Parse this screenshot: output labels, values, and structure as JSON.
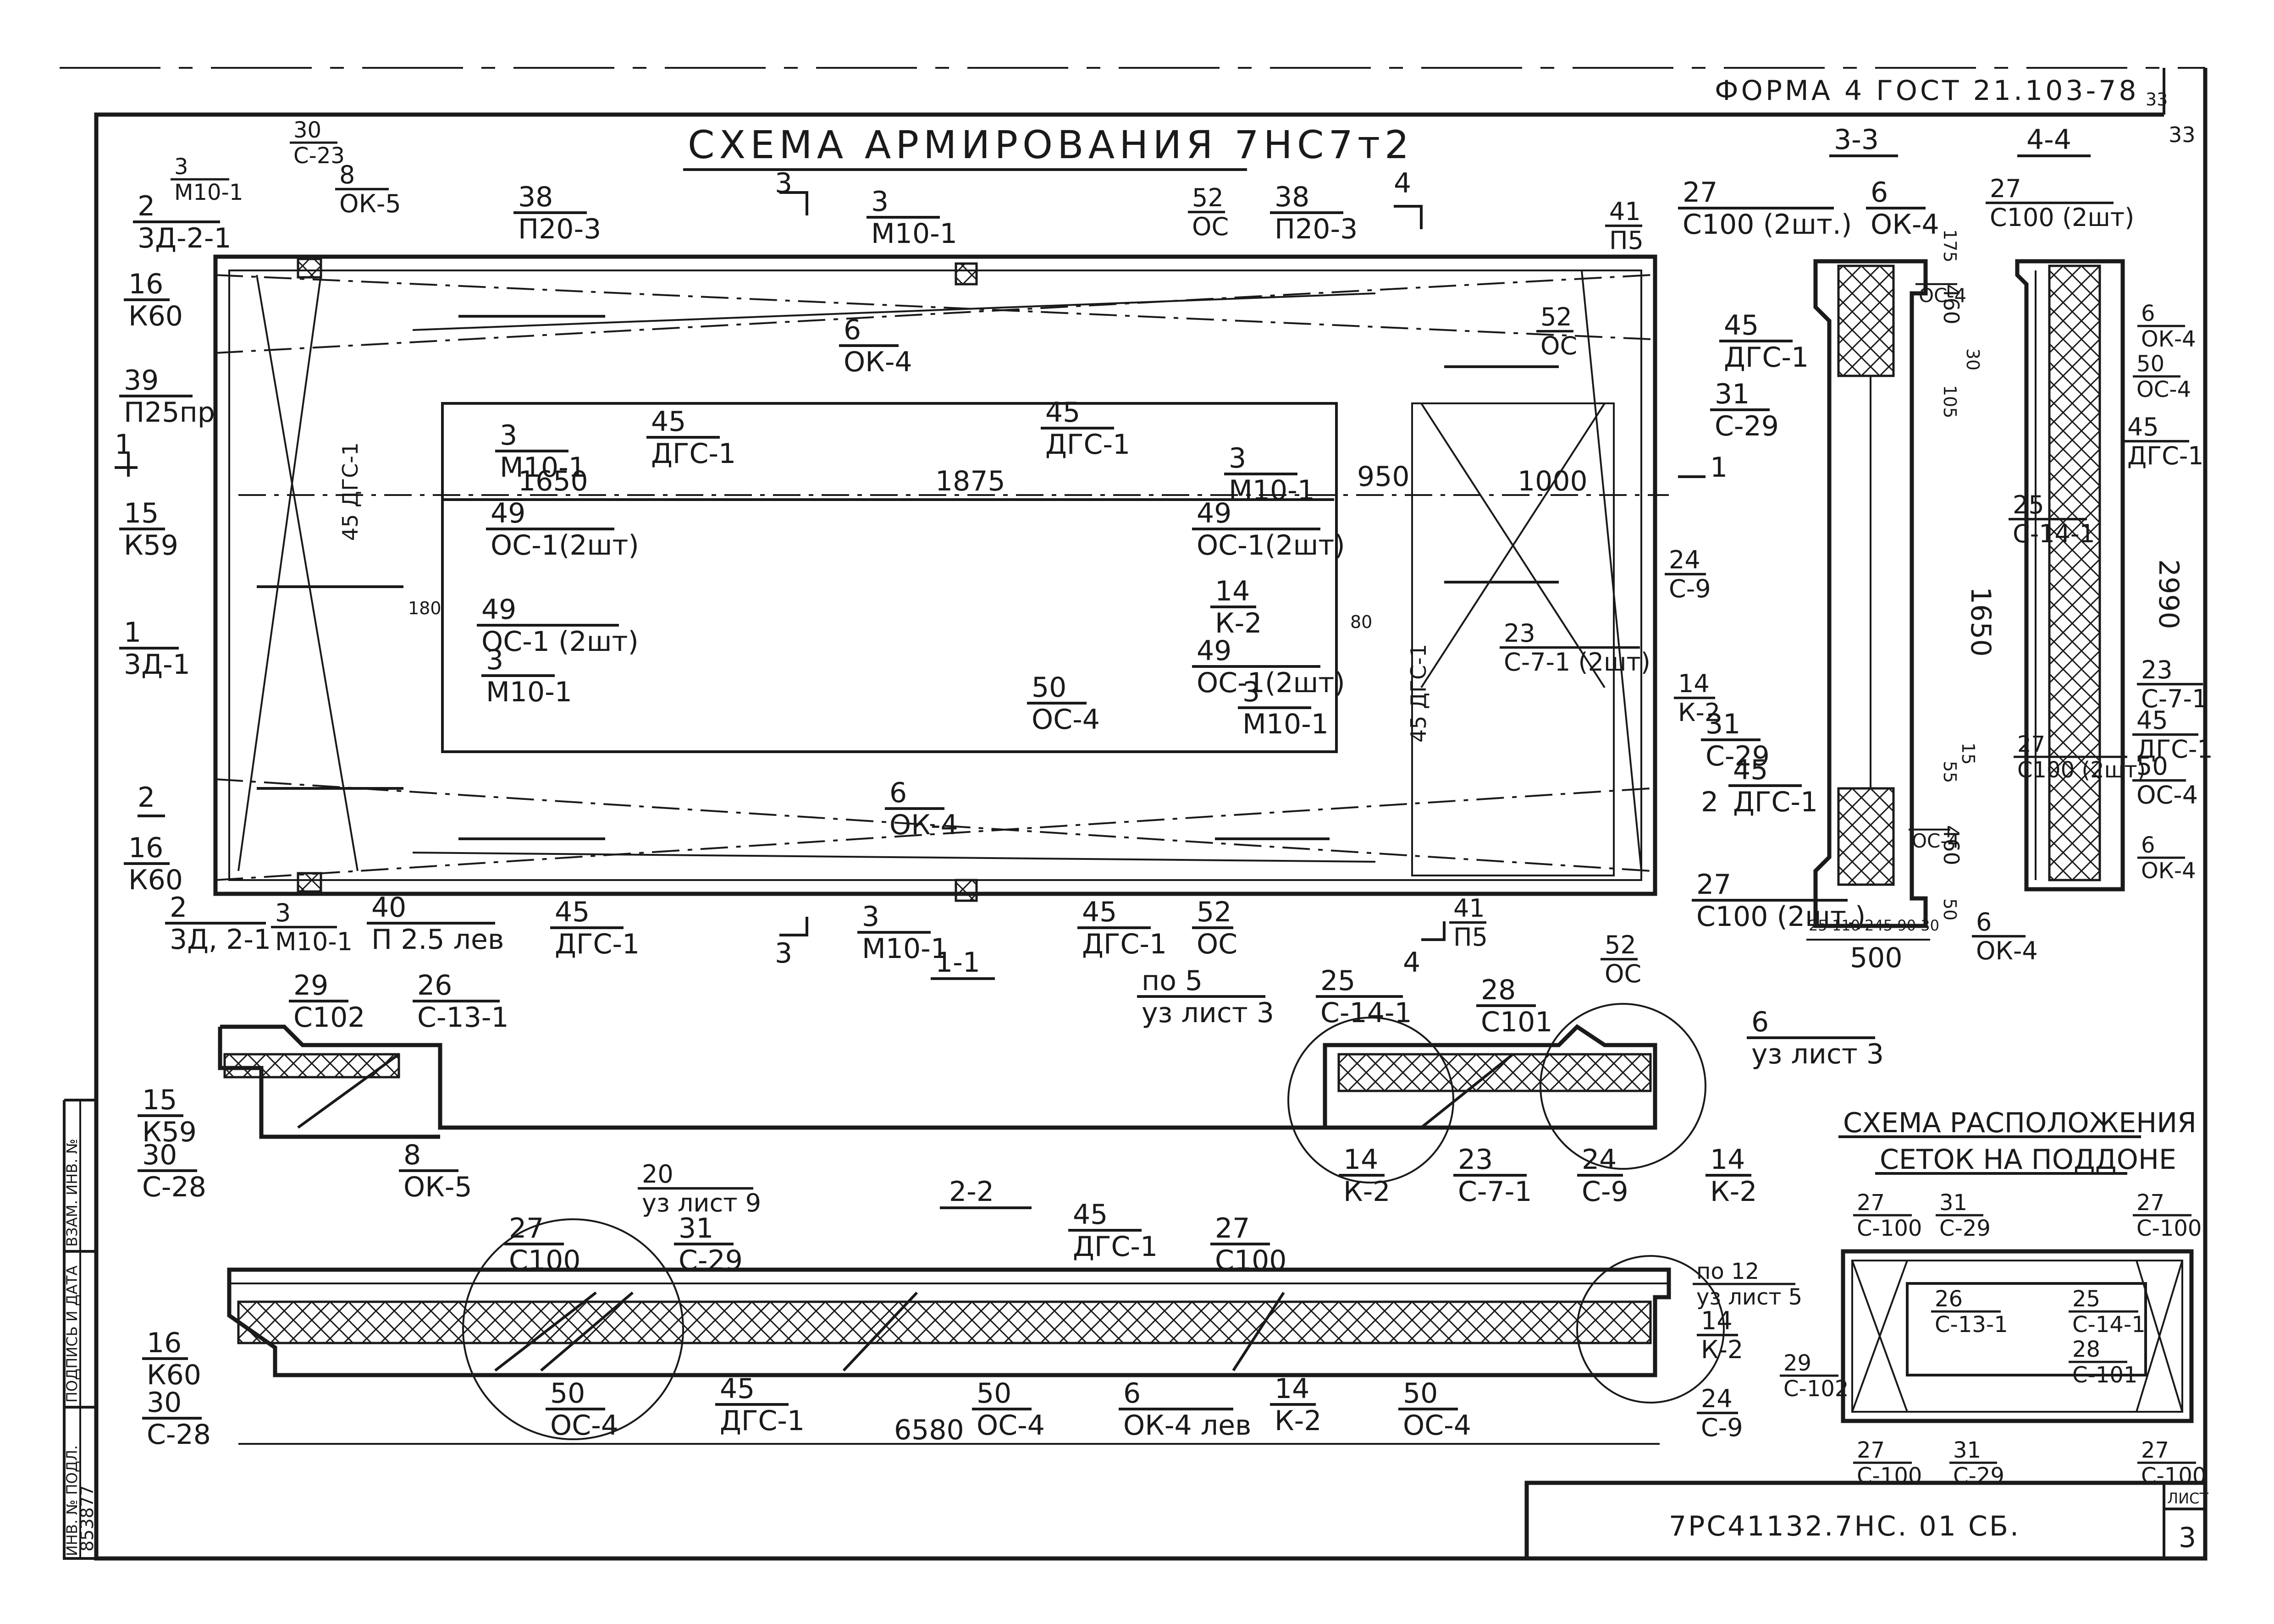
{
  "header": {
    "form": "ФОРМА 4 ГОСТ 21.103-78",
    "corner_mark": "33",
    "sheet_num_top": "33"
  },
  "plan": {
    "title": "СХЕМА АРМИРОВАНИЯ 7НС7т2",
    "section_marks": {
      "s3_top": "3",
      "s4_top": "4",
      "s1_left": "1",
      "s1_right": "1",
      "s2_left": "2",
      "s3_bot": "3",
      "s4_bot": "4"
    },
    "dims": {
      "d1650": "1650",
      "d1875": "1875",
      "d950": "950",
      "d1000": "1000",
      "d180": "180",
      "d80": "80"
    },
    "callouts": [
      {
        "id": "c1",
        "num": "3",
        "code": "М10-1"
      },
      {
        "id": "c2",
        "num": "2",
        "code": "3Д-2-1"
      },
      {
        "id": "c3",
        "num": "30",
        "code": "С-23"
      },
      {
        "id": "c4",
        "num": "8",
        "code": "ОК-5"
      },
      {
        "id": "c5",
        "num": "38",
        "code": "П20-3"
      },
      {
        "id": "c6",
        "num": "3",
        "code": "М10-1"
      },
      {
        "id": "c7",
        "num": "52",
        "code": "ОС"
      },
      {
        "id": "c8",
        "num": "38",
        "code": "П20-3"
      },
      {
        "id": "c9",
        "num": "41",
        "code": "П5"
      },
      {
        "id": "c10",
        "num": "16",
        "code": "К60"
      },
      {
        "id": "c11",
        "num": "39",
        "code": "П25пр"
      },
      {
        "id": "c12",
        "num": "6",
        "code": "ОК-4"
      },
      {
        "id": "c13",
        "num": "52",
        "code": "ОС"
      },
      {
        "id": "c14",
        "num": "45",
        "code": "ДГС-1"
      },
      {
        "id": "c15",
        "num": "45",
        "code": "ДГС-1"
      },
      {
        "id": "c16",
        "num": "3",
        "code": "М10-1"
      },
      {
        "id": "c17",
        "num": "3",
        "code": "М10-1"
      },
      {
        "id": "c18",
        "num": "15",
        "code": "К59"
      },
      {
        "id": "c19",
        "num": "49",
        "code": "ОС-1(2шт)"
      },
      {
        "id": "c20",
        "num": "49",
        "code": "ОС-1(2шт)"
      },
      {
        "id": "c21",
        "num": "50",
        "code": "ОС-4"
      },
      {
        "id": "c22",
        "num": "24",
        "code": "С-9"
      },
      {
        "id": "c23",
        "num": "14",
        "code": "К-2"
      },
      {
        "id": "c24",
        "num": "1",
        "code": "3Д-1"
      },
      {
        "id": "c25",
        "num": "49",
        "code": "ОС-1 (2шт)"
      },
      {
        "id": "c26",
        "num": "3",
        "code": "М10-1"
      },
      {
        "id": "c27",
        "num": "49",
        "code": "ОС-1(2шт)"
      },
      {
        "id": "c28",
        "num": "3",
        "code": "М10-1"
      },
      {
        "id": "c29",
        "num": "23",
        "code": "С-7-1 (2шт)"
      },
      {
        "id": "c30",
        "num": "14",
        "code": "К-2"
      },
      {
        "id": "c31",
        "num": "50",
        "code": "ОС-4"
      },
      {
        "id": "c32",
        "num": "6",
        "code": "ОК-4"
      },
      {
        "id": "c33",
        "num": "16",
        "code": "К60"
      },
      {
        "id": "c34",
        "num": "2",
        "code": "3Д, 2-1"
      },
      {
        "id": "c35",
        "num": "3",
        "code": "М10-1"
      },
      {
        "id": "c36",
        "num": "40",
        "code": "П 2.5 лев"
      },
      {
        "id": "c37",
        "num": "45",
        "code": "ДГС-1"
      },
      {
        "id": "c38",
        "num": "3",
        "code": "М10-1"
      },
      {
        "id": "c39",
        "num": "45",
        "code": "ДГС-1"
      },
      {
        "id": "c40",
        "num": "52",
        "code": "ОС"
      },
      {
        "id": "c41",
        "num": "41",
        "code": "П5"
      },
      {
        "id": "c42",
        "num": "52",
        "code": "ОС"
      },
      {
        "id": "c43",
        "num": "45",
        "code": "ДГС-1"
      }
    ],
    "bar_label_vertical": "45 ДГС-1",
    "bar_label_vertical2": "45 ДГС-1"
  },
  "sec33": {
    "title": "3-3",
    "callouts": [
      {
        "id": "a1",
        "num": "27",
        "code": "С100 (2шт.)"
      },
      {
        "id": "a2",
        "num": "6",
        "code": "ОК-4"
      },
      {
        "id": "a3",
        "num": "",
        "code": "ОС-4"
      },
      {
        "id": "a4",
        "num": "45",
        "code": "ДГС-1"
      },
      {
        "id": "a5",
        "num": "31",
        "code": "С-29"
      },
      {
        "id": "a6",
        "num": "31",
        "code": "С-29"
      },
      {
        "id": "a7",
        "num": "45",
        "code": "ДГС-1"
      },
      {
        "id": "a8",
        "num": "27",
        "code": "С100 (2шт.)"
      },
      {
        "id": "a9",
        "num": "",
        "code": "ОС-4"
      },
      {
        "id": "a10",
        "num": "6",
        "code": "ОК-4"
      }
    ],
    "dims": {
      "d175": "175",
      "d460a": "460",
      "d30": "30",
      "d105": "105",
      "d1650": "1650",
      "d55": "55",
      "d15": "15",
      "d460b": "460",
      "d50": "50",
      "row": "25 110 245 90 30",
      "d500": "500"
    },
    "mark2": "2"
  },
  "sec44": {
    "title": "4-4",
    "callouts": [
      {
        "id": "b1",
        "num": "27",
        "code": "С100 (2шт)"
      },
      {
        "id": "b2",
        "num": "6",
        "code": "ОК-4"
      },
      {
        "id": "b3",
        "num": "50",
        "code": "ОС-4"
      },
      {
        "id": "b4",
        "num": "45",
        "code": "ДГС-1"
      },
      {
        "id": "b5",
        "num": "25",
        "code": "С-14-1"
      },
      {
        "id": "b6",
        "num": "23",
        "code": "С-7-1"
      },
      {
        "id": "b7",
        "num": "45",
        "code": "ДГС-1"
      },
      {
        "id": "b8",
        "num": "50",
        "code": "ОС-4"
      },
      {
        "id": "b9",
        "num": "6",
        "code": "ОК-4"
      },
      {
        "id": "b10",
        "num": "27",
        "code": "С100 (2шт)"
      }
    ],
    "dim2990": "2990"
  },
  "sec11": {
    "title": "1-1",
    "callouts": [
      {
        "id": "e1",
        "num": "29",
        "code": "С102"
      },
      {
        "id": "e2",
        "num": "26",
        "code": "С-13-1"
      },
      {
        "id": "e3",
        "num": "по 5",
        "code": "уз лист 3"
      },
      {
        "id": "e4",
        "num": "25",
        "code": "С-14-1"
      },
      {
        "id": "e5",
        "num": "28",
        "code": "С101"
      },
      {
        "id": "e6",
        "num": "6",
        "code": "уз лист 3"
      },
      {
        "id": "e7",
        "num": "15",
        "code": "К59"
      },
      {
        "id": "e8",
        "num": "30",
        "code": "С-28"
      },
      {
        "id": "e9",
        "num": "8",
        "code": "ОК-5"
      },
      {
        "id": "e10",
        "num": "14",
        "code": "К-2"
      },
      {
        "id": "e11",
        "num": "23",
        "code": "С-7-1"
      },
      {
        "id": "e12",
        "num": "24",
        "code": "С-9"
      },
      {
        "id": "e13",
        "num": "14",
        "code": "К-2"
      }
    ]
  },
  "sec22": {
    "title": "2-2",
    "callouts": [
      {
        "id": "f1",
        "num": "20",
        "code": "уз лист 9"
      },
      {
        "id": "f2",
        "num": "27",
        "code": "С100"
      },
      {
        "id": "f3",
        "num": "31",
        "code": "С-29"
      },
      {
        "id": "f4",
        "num": "45",
        "code": "ДГС-1"
      },
      {
        "id": "f5",
        "num": "27",
        "code": "С100"
      },
      {
        "id": "f6",
        "num": "по 12",
        "code": "уз лист 5"
      },
      {
        "id": "f7",
        "num": "16",
        "code": "К60"
      },
      {
        "id": "f8",
        "num": "14",
        "code": "К-2"
      },
      {
        "id": "f9",
        "num": "30",
        "code": "С-28"
      },
      {
        "id": "f10",
        "num": "50",
        "code": "ОС-4"
      },
      {
        "id": "f11",
        "num": "45",
        "code": "ДГС-1"
      },
      {
        "id": "f12",
        "num": "50",
        "code": "ОС-4"
      },
      {
        "id": "f13",
        "num": "6",
        "code": "ОК-4 лев"
      },
      {
        "id": "f14",
        "num": "14",
        "code": "К-2"
      },
      {
        "id": "f15",
        "num": "50",
        "code": "ОС-4"
      },
      {
        "id": "f16",
        "num": "24",
        "code": "С-9"
      }
    ],
    "dim6580": "6580"
  },
  "layout_scheme": {
    "title1": "СХЕМА РАСПОЛОЖЕНИЯ",
    "title2": "СЕТОК НА ПОДДОНЕ",
    "callouts": [
      {
        "id": "g1",
        "num": "27",
        "code": "С-100"
      },
      {
        "id": "g2",
        "num": "31",
        "code": "С-29"
      },
      {
        "id": "g3",
        "num": "27",
        "code": "С-100"
      },
      {
        "id": "g4",
        "num": "26",
        "code": "С-13-1"
      },
      {
        "id": "g5",
        "num": "25",
        "code": "С-14-1"
      },
      {
        "id": "g6",
        "num": "28",
        "code": "С-101"
      },
      {
        "id": "g7",
        "num": "29",
        "code": "С-102"
      },
      {
        "id": "g8",
        "num": "27",
        "code": "С-100"
      },
      {
        "id": "g9",
        "num": "31",
        "code": "С-29"
      },
      {
        "id": "g10",
        "num": "27",
        "code": "С-100"
      }
    ]
  },
  "stamp": {
    "code": "7РС41132.7НС. 01 СБ.",
    "sheet_label": "ЛИСТ",
    "sheet_value": "3"
  },
  "side_stamp": {
    "col1": "ИНВ. № ПОДЛ.",
    "col2": "ПОДПИСЬ И ДАТА",
    "col3": "ВЗАМ. ИНВ. №",
    "inv_value": "853877"
  }
}
